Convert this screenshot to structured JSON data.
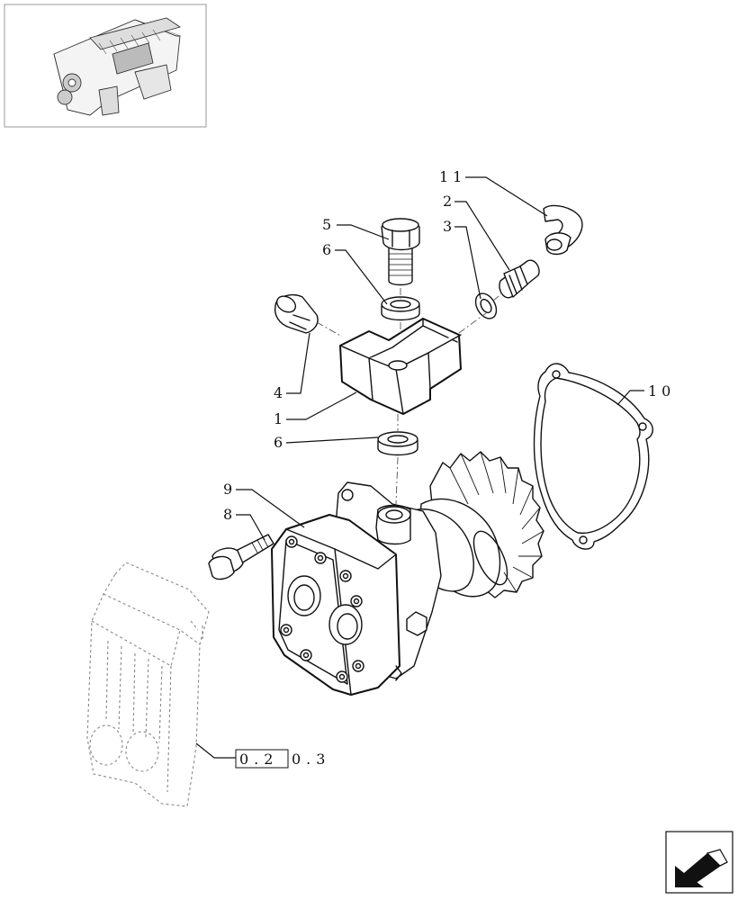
{
  "callouts": [
    {
      "id": "c1",
      "text": "1"
    },
    {
      "id": "c2",
      "text": "2"
    },
    {
      "id": "c3",
      "text": "3"
    },
    {
      "id": "c4",
      "text": "4"
    },
    {
      "id": "c5",
      "text": "5"
    },
    {
      "id": "c6a",
      "text": "6"
    },
    {
      "id": "c6b",
      "text": "6"
    },
    {
      "id": "c8",
      "text": "8"
    },
    {
      "id": "c9",
      "text": "9"
    },
    {
      "id": "c10",
      "text": "10"
    },
    {
      "id": "c11",
      "text": "11"
    }
  ],
  "reference": {
    "boxed_part": "0.2",
    "rest": "0.3"
  },
  "icons": {
    "thumbnail": "engine-thumbnail-icon",
    "nav": "back-arrow-icon"
  }
}
